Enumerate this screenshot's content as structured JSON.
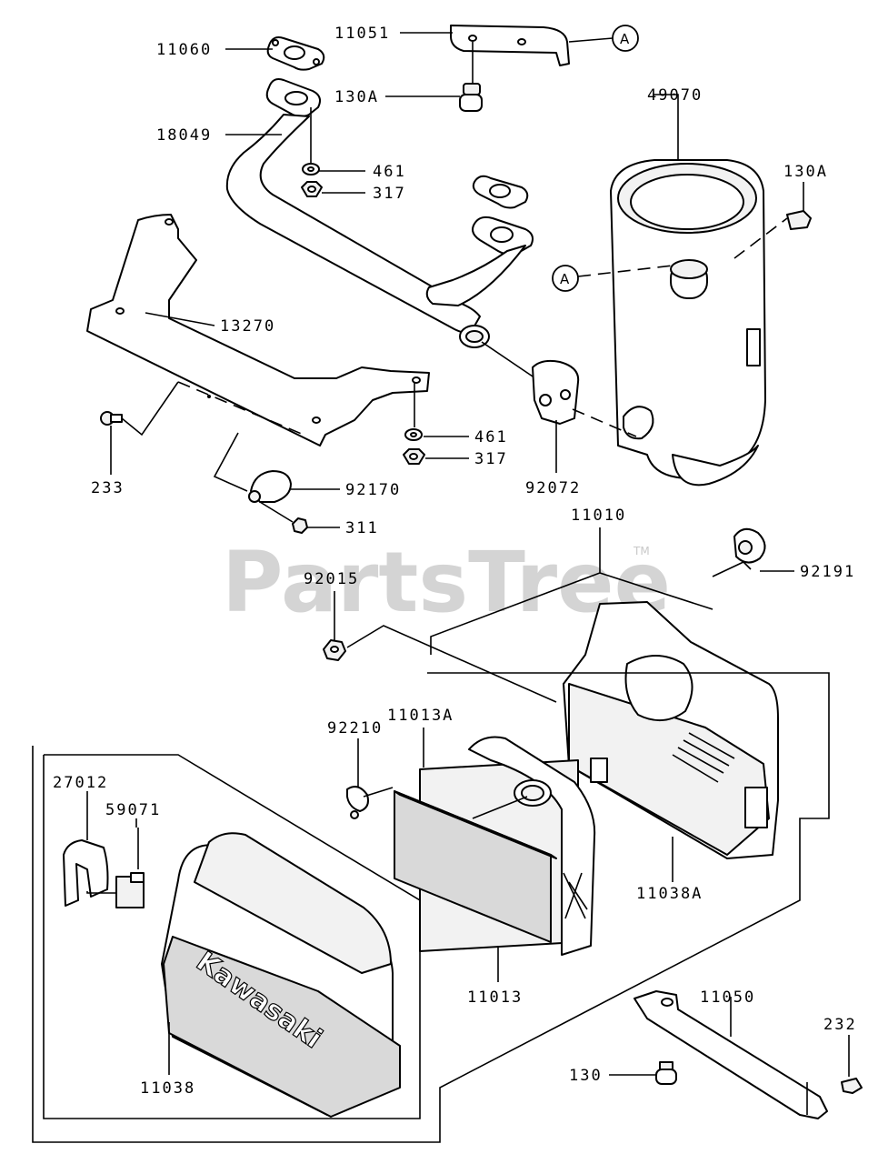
{
  "watermark": {
    "text": "PartsTree",
    "trademark": "TM"
  },
  "brand_text": "Kawasaki",
  "callouts": {
    "a1": "A",
    "a2": "A"
  },
  "labels": {
    "p11051": "11051",
    "p11060": "11060",
    "p130A_top": "130A",
    "p18049": "18049",
    "p49070": "49070",
    "p461_top": "461",
    "p317_top": "317",
    "p130A_right": "130A",
    "p13270": "13270",
    "p461_mid": "461",
    "p317_mid": "317",
    "p233": "233",
    "p92072": "92072",
    "p92170": "92170",
    "p311": "311",
    "p11010": "11010",
    "p92191": "92191",
    "p92015": "92015",
    "p11013A": "11013A",
    "p92210": "92210",
    "p27012": "27012",
    "p59071": "59071",
    "p11038A": "11038A",
    "p11013": "11013",
    "p11050": "11050",
    "p232": "232",
    "p130": "130",
    "p11038": "11038"
  }
}
